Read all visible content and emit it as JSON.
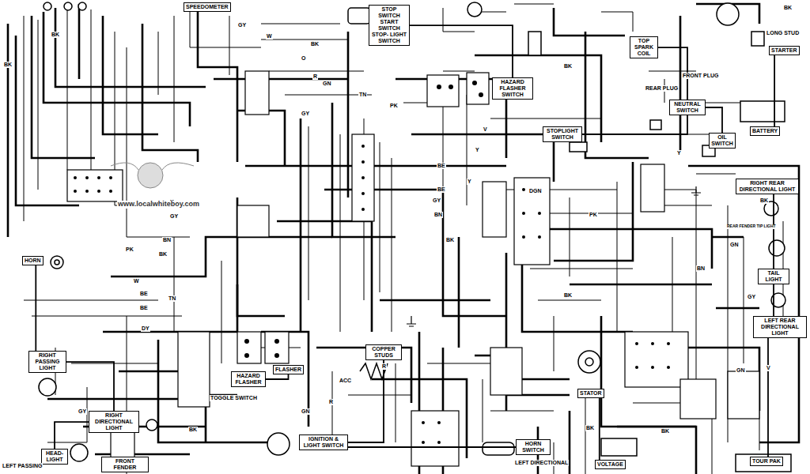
{
  "diagram": {
    "nodes": [
      {
        "text": [
          "SPEEDOMETER"
        ]
      },
      {
        "text": [
          "STOP SWITCH",
          "START SWITCH",
          "STOP- LIGHT SWITCH"
        ]
      },
      {
        "text": [
          "HAZARD FLASHER SWITCH"
        ]
      },
      {
        "text": [
          "TOP SPARK COIL"
        ]
      },
      {
        "text": [
          "BATTERY"
        ]
      },
      {
        "text": [
          "STARTER"
        ]
      },
      {
        "text": [
          "NEUTRAL SWITCH"
        ]
      },
      {
        "text": [
          "OIL SWITCH"
        ]
      },
      {
        "text": [
          "STOPLIGHT SWITCH"
        ]
      },
      {
        "text": [
          "RIGHT REAR DIRECTIONAL LIGHT"
        ]
      },
      {
        "text": [
          "TAIL LIGHT"
        ]
      },
      {
        "text": [
          "LEFT REAR DIRECTIONAL LIGHT"
        ]
      },
      {
        "text": [
          "TOUR PAK"
        ]
      },
      {
        "text": [
          "HORN"
        ]
      },
      {
        "text": [
          "RIGHT PASSING LIGHT"
        ]
      },
      {
        "text": [
          "RIGHT DIRECTIONAL LIGHT"
        ]
      },
      {
        "text": [
          "HEAD- LIGHT"
        ]
      },
      {
        "text": [
          "HAZARD FLASHER"
        ]
      },
      {
        "text": [
          "FLASHER"
        ]
      },
      {
        "text": [
          "IGNITION & LIGHT SWITCH"
        ]
      },
      {
        "text": [
          "COPPER STUDS"
        ]
      },
      {
        "text": [
          "STATOR"
        ]
      },
      {
        "text": [
          "HORN SWITCH"
        ]
      },
      {
        "text": [
          "VOLTAGE"
        ]
      },
      {
        "text": [
          "FRONT FENDER"
        ]
      }
    ],
    "edges": [
      {
        "from": 4,
        "to": 5,
        "arrow": "none"
      },
      {
        "from": 3,
        "to": 6,
        "arrow": "none"
      },
      {
        "from": 6,
        "to": 7,
        "arrow": "none"
      },
      {
        "from": 9,
        "to": 10,
        "arrow": "none"
      },
      {
        "from": 10,
        "to": 11,
        "arrow": "none"
      },
      {
        "from": 11,
        "to": 12,
        "arrow": "none"
      },
      {
        "from": 13,
        "to": 14,
        "arrow": "none"
      },
      {
        "from": 14,
        "to": 15,
        "arrow": "none"
      },
      {
        "from": 15,
        "to": 16,
        "arrow": "none"
      },
      {
        "from": 17,
        "to": 18,
        "arrow": "none"
      },
      {
        "from": 19,
        "to": 20,
        "arrow": "none"
      },
      {
        "from": 21,
        "to": 23,
        "arrow": "none"
      },
      {
        "from": 22,
        "to": 19,
        "arrow": "none"
      },
      {
        "from": 1,
        "to": 2,
        "arrow": "none"
      },
      {
        "from": 8,
        "to": 6,
        "arrow": "none"
      }
    ],
    "labels": [
      "BK",
      "BK",
      "GY",
      "W",
      "BK",
      "O",
      "R",
      "GN",
      "TN",
      "GY",
      "PK",
      "V",
      "Y",
      "BE",
      "BE",
      "GY",
      "Y",
      "BN",
      "PK",
      "BK",
      "BK",
      "BK",
      "GN",
      "GY",
      "V",
      "GN",
      "BN",
      "DGN",
      "BK",
      "Y",
      "GY",
      "BN",
      "PK",
      "BK",
      "W",
      "BE",
      "TN",
      "BE",
      "DY",
      "GY",
      "BK",
      "GN",
      "R",
      "BK",
      "R",
      "BK",
      "BK",
      "Y",
      "FRONT PLUG",
      "REAR PLUG",
      "LONG STUD",
      "TOGGLE SWITCH",
      "LEFT DIRECTIONAL",
      "REAR FENDER TIP LIGHT",
      "LEFT PASSING",
      "www.localwhiteboy.com",
      "ACC"
    ]
  }
}
